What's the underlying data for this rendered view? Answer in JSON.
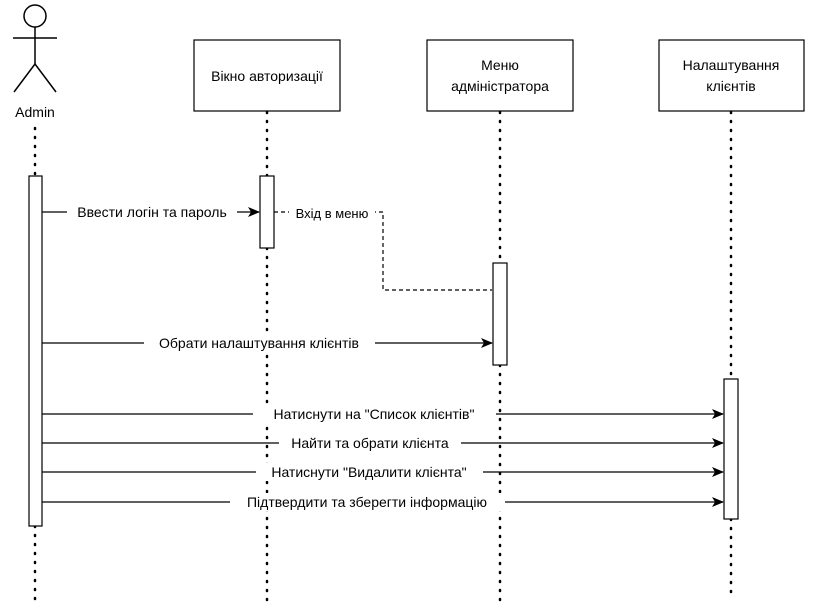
{
  "actor": {
    "label": "Admin",
    "icon": "stick-figure-icon"
  },
  "participants": [
    {
      "id": "auth_window",
      "lines": [
        "Вікно авторизації"
      ]
    },
    {
      "id": "admin_menu",
      "lines": [
        "Меню",
        "адміністратора"
      ]
    },
    {
      "id": "client_settings",
      "lines": [
        "Налаштування",
        "клієнтів"
      ]
    }
  ],
  "messages": [
    {
      "from": "Admin",
      "to": "auth_window",
      "label": "Ввести логін та пароль",
      "style": "solid"
    },
    {
      "from": "auth_window",
      "to": "admin_menu",
      "label": "Вхід в меню",
      "style": "dashed"
    },
    {
      "from": "Admin",
      "to": "admin_menu",
      "label": "Обрати налаштування клієнтів",
      "style": "solid"
    },
    {
      "from": "Admin",
      "to": "client_settings",
      "label": "Натиснути на \"Список клієнтів\"",
      "style": "solid"
    },
    {
      "from": "Admin",
      "to": "client_settings",
      "label": "Найти та обрати клієнта",
      "style": "solid"
    },
    {
      "from": "Admin",
      "to": "client_settings",
      "label": "Натиснути \"Видалити клієнта\"",
      "style": "solid"
    },
    {
      "from": "Admin",
      "to": "client_settings",
      "label": "Підтвердити та зберегти інформацію",
      "style": "solid"
    }
  ],
  "colors": {
    "stroke": "#000000",
    "background": "#ffffff"
  }
}
